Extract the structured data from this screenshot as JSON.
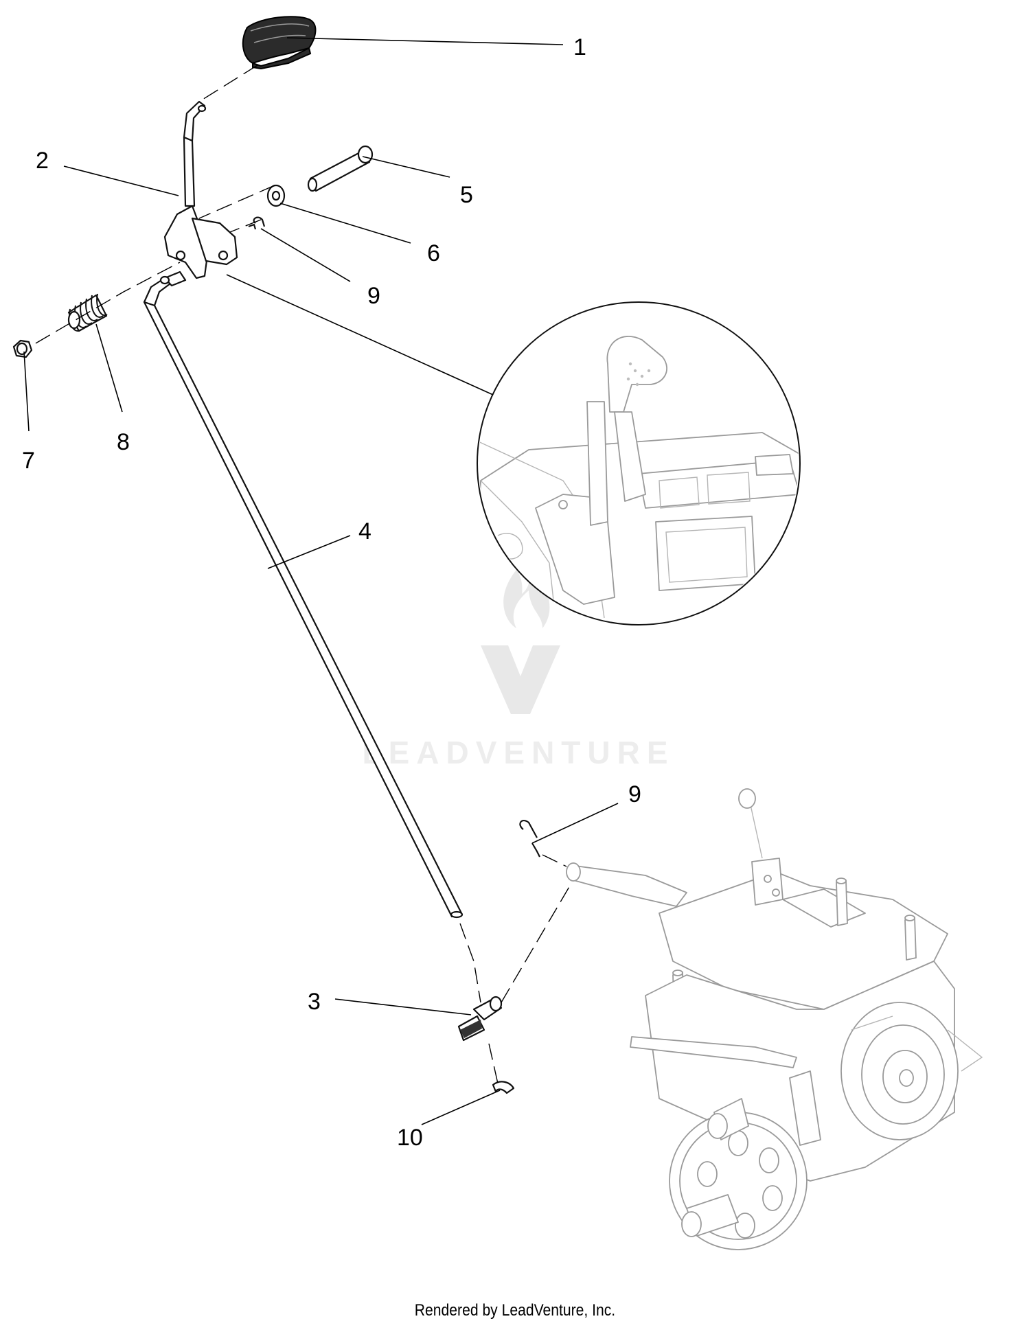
{
  "watermark": {
    "brand_text": "LEADVENTURE"
  },
  "callouts": [
    {
      "id": "c1",
      "label": "1"
    },
    {
      "id": "c2",
      "label": "2"
    },
    {
      "id": "c3",
      "label": "3"
    },
    {
      "id": "c4",
      "label": "4"
    },
    {
      "id": "c5",
      "label": "5"
    },
    {
      "id": "c6",
      "label": "6"
    },
    {
      "id": "c7",
      "label": "7"
    },
    {
      "id": "c8",
      "label": "8"
    },
    {
      "id": "c9a",
      "label": "9"
    },
    {
      "id": "c9b",
      "label": "9"
    },
    {
      "id": "c10",
      "label": "10"
    }
  ],
  "footer": {
    "text": "Rendered by LeadVenture, Inc."
  }
}
